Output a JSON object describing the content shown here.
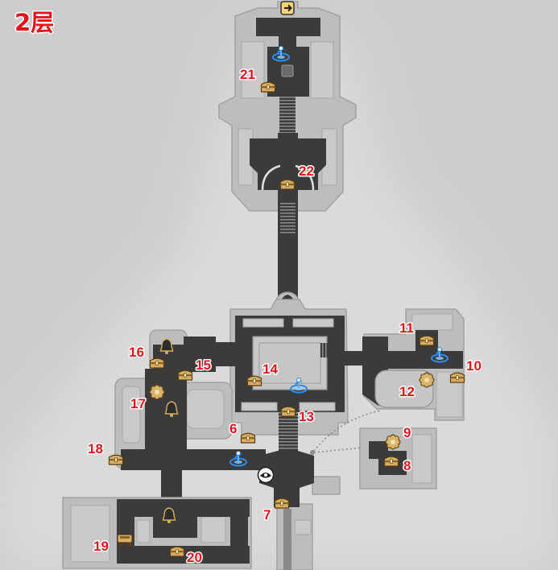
{
  "floor_title": "2层",
  "markers": [
    {
      "label": "21",
      "icon": "treasure-chest-icon"
    },
    {
      "label": "22",
      "icon": "treasure-chest-icon"
    },
    {
      "label": "16",
      "icon": "treasure-chest-icon"
    },
    {
      "label": "15",
      "icon": "treasure-chest-icon"
    },
    {
      "label": "14",
      "icon": "treasure-chest-icon"
    },
    {
      "label": "13",
      "icon": "treasure-chest-icon"
    },
    {
      "label": "11",
      "icon": "treasure-chest-icon"
    },
    {
      "label": "10",
      "icon": "treasure-chest-icon"
    },
    {
      "label": "12",
      "icon": "puzzle-icon"
    },
    {
      "label": "17",
      "icon": "puzzle-icon"
    },
    {
      "label": "9",
      "icon": "puzzle-icon"
    },
    {
      "label": "8",
      "icon": "treasure-chest-icon"
    },
    {
      "label": "6",
      "icon": "treasure-chest-icon"
    },
    {
      "label": "18",
      "icon": "treasure-chest-icon"
    },
    {
      "label": "7",
      "icon": "treasure-chest-icon"
    },
    {
      "label": "19",
      "icon": "supply-cart-icon"
    },
    {
      "label": "20",
      "icon": "treasure-chest-icon"
    }
  ],
  "other_icons": [
    "space-anchor-icon",
    "space-anchor-icon",
    "space-anchor-icon",
    "space-anchor-icon",
    "bell-icon",
    "bell-icon",
    "bell-icon",
    "npc-icon",
    "exit-icon"
  ],
  "colors": {
    "label_red": "#e3141b",
    "corridor": "#3b3b3b",
    "building": "#bdbdbd",
    "background": "#cdcdcd",
    "anchor_blue": "#2a8cf2",
    "chest_gold": "#d6ad63"
  }
}
